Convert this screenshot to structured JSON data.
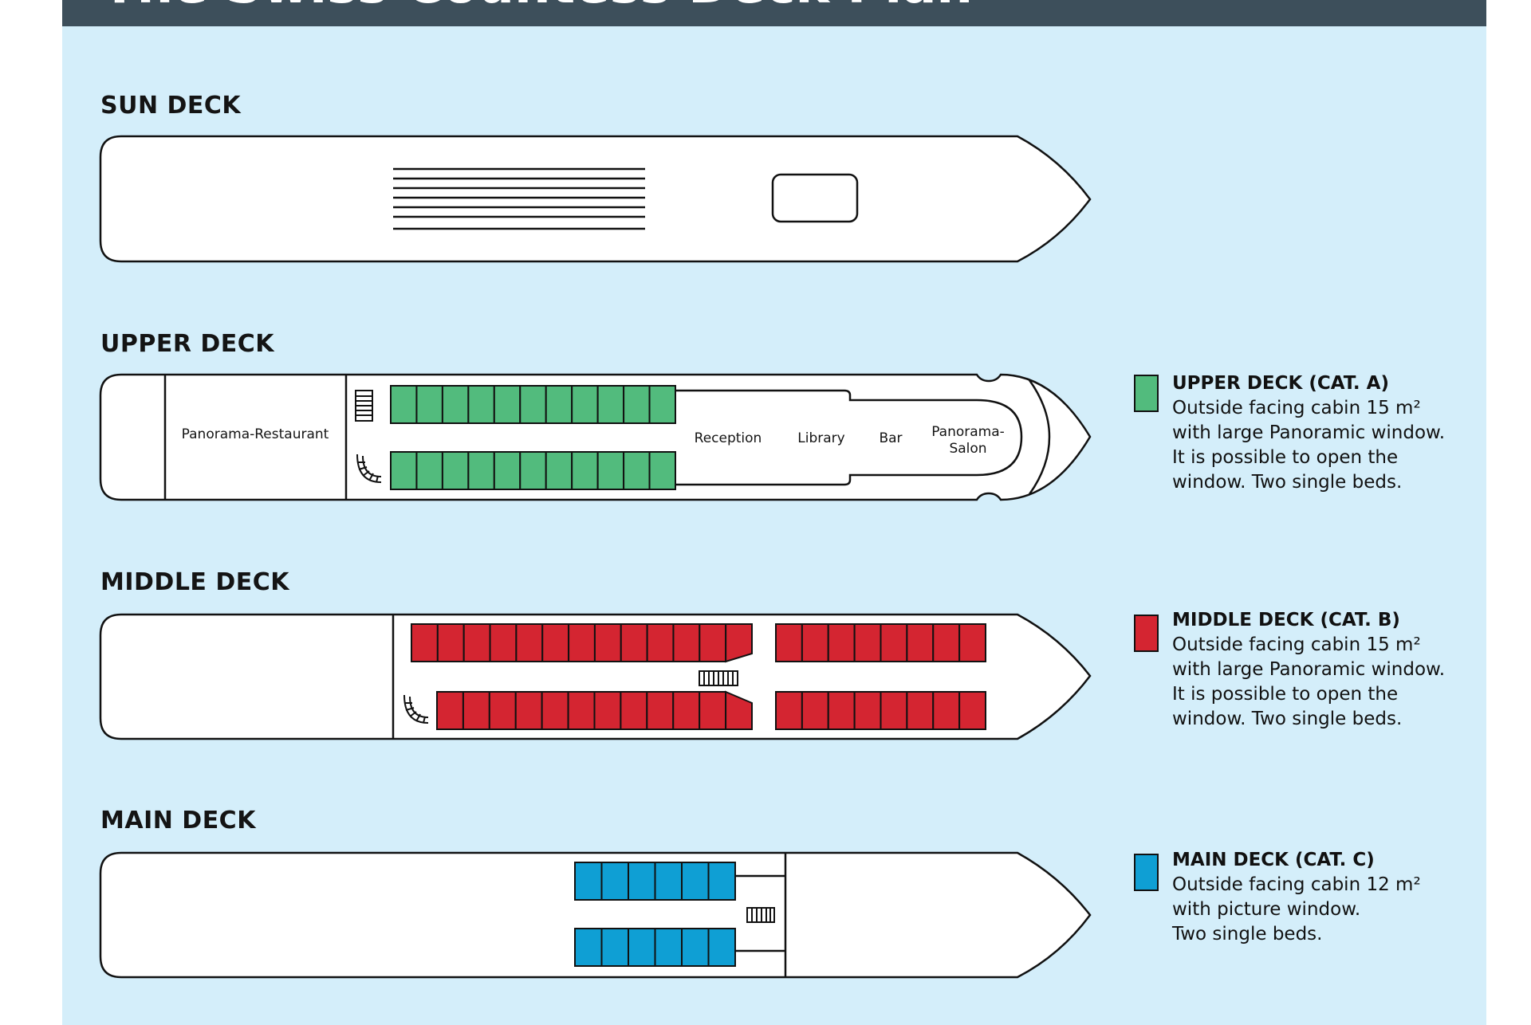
{
  "header": {
    "title": "The Swiss Countess Deck Plan"
  },
  "decks": {
    "sun": {
      "title": "SUN DECK"
    },
    "upper": {
      "title": "UPPER DECK",
      "rooms": {
        "restaurant": "Panorama-Restaurant",
        "reception": "Reception",
        "library": "Library",
        "bar": "Bar",
        "salon_line1": "Panorama-",
        "salon_line2": "Salon"
      }
    },
    "middle": {
      "title": "MIDDLE DECK"
    },
    "main": {
      "title": "MAIN DECK"
    }
  },
  "legend": [
    {
      "heading": "UPPER DECK (CAT. A)",
      "color": "#52bb7d",
      "lines": [
        "Outside facing cabin 15 m²",
        "with large Panoramic window.",
        "It is possible to open the",
        "window. Two single beds."
      ]
    },
    {
      "heading": "MIDDLE DECK (CAT. B)",
      "color": "#d42531",
      "lines": [
        "Outside facing cabin 15 m²",
        "with large Panoramic window.",
        "It is possible to open the",
        "window. Two single beds."
      ]
    },
    {
      "heading": "MAIN DECK (CAT. C)",
      "color": "#0f9fd4",
      "lines": [
        "Outside facing cabin 12 m²",
        "with picture window.",
        "Two single beds."
      ]
    }
  ]
}
